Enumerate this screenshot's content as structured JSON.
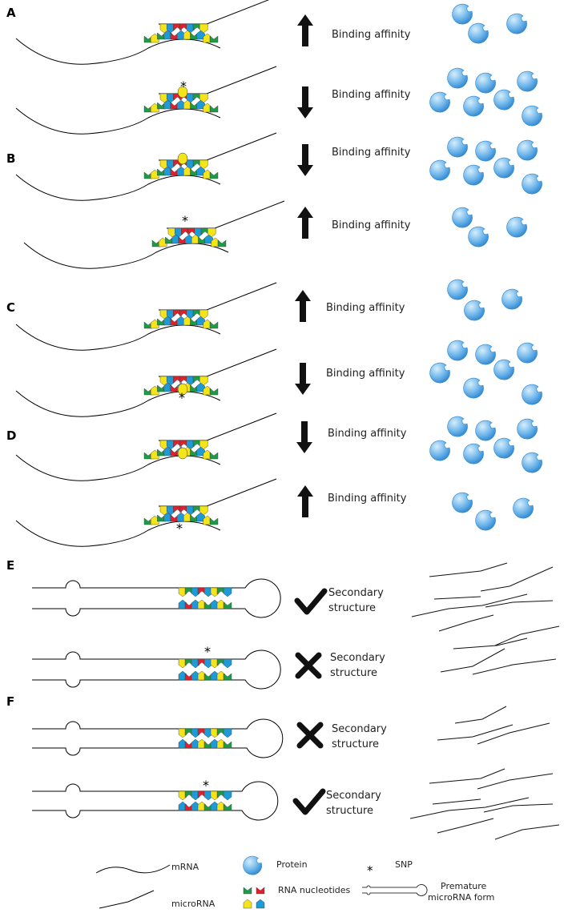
{
  "panels": {
    "a": {
      "letter": "A",
      "label_1": "Binding affinity",
      "label_2": "Binding affinity"
    },
    "b": {
      "letter": "B",
      "label_1": "Binding affinity",
      "label_2": "Binding affinity"
    },
    "c": {
      "letter": "C",
      "label_1": "Binding affinity",
      "label_2": "Binding affinity"
    },
    "d": {
      "letter": "D",
      "label_1": "Binding affinity",
      "label_2": "Binding affinity"
    },
    "e": {
      "letter": "E",
      "label_1_line1": "Secondary",
      "label_1_line2": "structure",
      "label_2_line1": "Secondary",
      "label_2_line2": "structure"
    },
    "f": {
      "letter": "F",
      "label_1_line1": "Secondary",
      "label_1_line2": "structure",
      "label_2_line1": "Secondary",
      "label_2_line2": "structure"
    }
  },
  "snp_marker": "*",
  "legend": {
    "mrna": "mRNA",
    "microrna": "microRNA",
    "protein": "Protein",
    "snp_symbol": "*",
    "snp": "SNP",
    "rna_nucleotides": "RNA nucleotides",
    "premature_line1": "Premature",
    "premature_line2": "microRNA form"
  },
  "colors": {
    "green": "#1e9a48",
    "red": "#e0202c",
    "yellow": "#f5e41a",
    "blue": "#1e9ad6",
    "protein_light": "#cfe9fb",
    "protein_dark": "#3d96dc",
    "line": "#000000"
  }
}
